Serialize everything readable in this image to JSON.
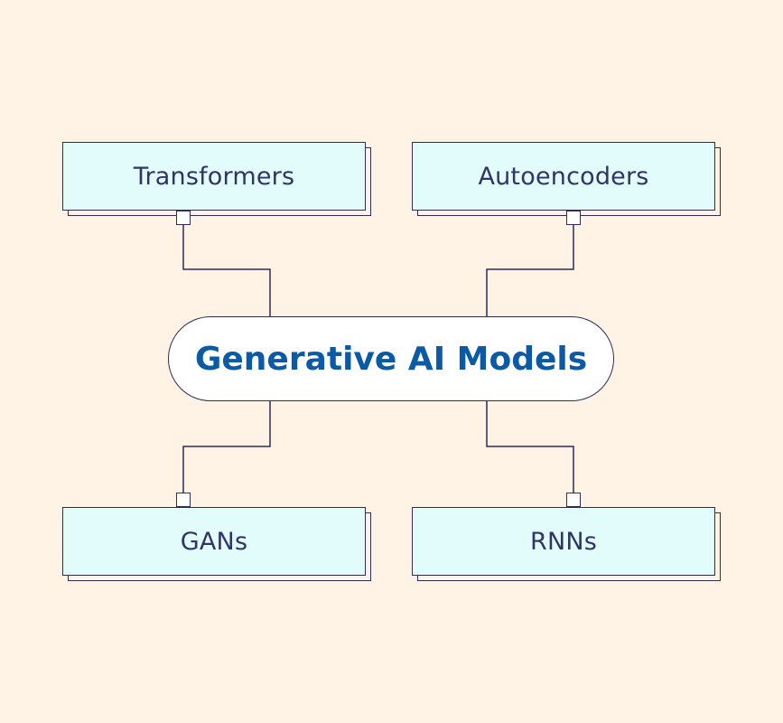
{
  "colors": {
    "background": "#fff3e6",
    "box_fill": "#e2fbfb",
    "line": "#2f2c55",
    "title": "#0b5aa6",
    "label": "#2f3565"
  },
  "center": {
    "label": "Generative AI Models"
  },
  "nodes": [
    {
      "id": "transformers",
      "label": "Transformers"
    },
    {
      "id": "autoencoders",
      "label": "Autoencoders"
    },
    {
      "id": "gans",
      "label": "GANs"
    },
    {
      "id": "rnns",
      "label": "RNNs"
    }
  ]
}
